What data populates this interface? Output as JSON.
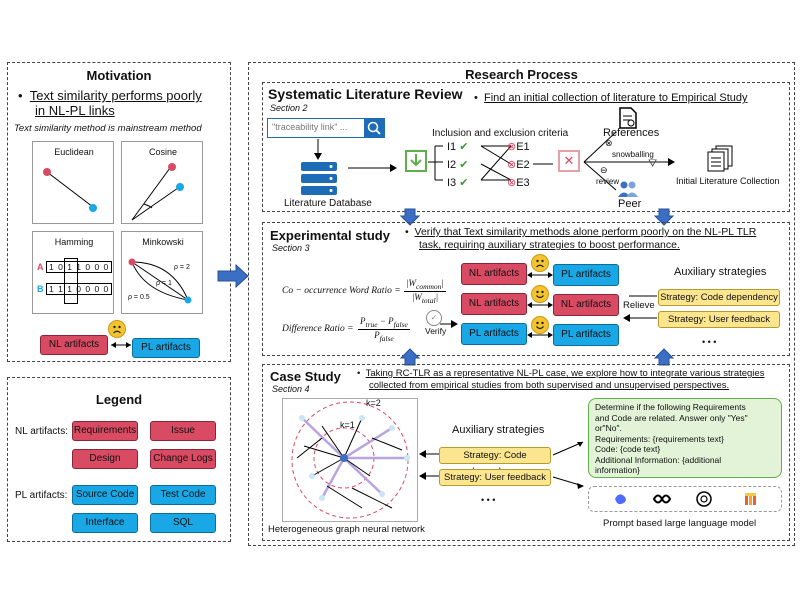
{
  "motivation": {
    "title": "Motivation",
    "bullet": "Text similarity performs poorly in NL-PL links",
    "bullet_line1": "Text similarity performs poorly",
    "bullet_line2": "in NL-PL links",
    "subtitle": "Text similarity method is mainstream method",
    "metrics": [
      "Euclidean",
      "Cosine",
      "Hamming",
      "Minkowski"
    ],
    "hamming_rows": {
      "a_label": "A",
      "a_bits": "1 0 1 1 0 0 0",
      "b_label": "B",
      "b_bits": "1 1 1 0 0 0 0"
    },
    "minkowski_labels": [
      "ρ = 2",
      "ρ = 1",
      "ρ = 0.5"
    ],
    "nl_box": "NL artifacts",
    "pl_box": "PL artifacts"
  },
  "legend": {
    "title": "Legend",
    "nl_label": "NL artifacts:",
    "nl_items": [
      "Requirements",
      "Issue",
      "Design",
      "Change Logs"
    ],
    "pl_label": "PL artifacts:",
    "pl_items": [
      "Source Code",
      "Test Code",
      "Interface",
      "SQL"
    ]
  },
  "research": {
    "title": "Research Process",
    "slr": {
      "title": "Systematic Literature Review",
      "section": "Section 2",
      "goal": "Find an initial collection of literature to Empirical Study",
      "search_placeholder": "\"traceability link\" ...",
      "db_label": "Literature Database",
      "criteria": "Inclusion and exclusion criteria",
      "inclusion": [
        "I1",
        "I2",
        "I3"
      ],
      "exclusion": [
        "E1",
        "E2",
        "E3"
      ],
      "references": "References",
      "snowballing": "snowballing",
      "review": "review",
      "peer": "Peer",
      "output": "Initial Literature Collection"
    },
    "exp": {
      "title": "Experimental study",
      "section": "Section 3",
      "goal_line1": "Verify that Text similarity methods alone perform poorly on the NL-PL TLR",
      "goal_line2": "task, requiring auxiliary strategies to boost performance.",
      "formula1_label": "Co − occurrence Word Ratio =",
      "formula1_num": "|W",
      "formula1_num_sub": "common",
      "formula1_den": "|W",
      "formula1_den_sub": "total",
      "formula2_label": "Difference Ratio =",
      "formula2_num": "P",
      "formula2_num_sub1": "true",
      "formula2_num_mid": " − P",
      "formula2_num_sub2": "false",
      "formula2_den": "P",
      "formula2_den_sub": "false",
      "verify": "Verify",
      "pairs": [
        {
          "left": "NL artifacts",
          "right": "PL artifacts"
        },
        {
          "left": "NL artifacts",
          "right": "NL artifacts"
        },
        {
          "left": "PL artifacts",
          "right": "PL artifacts"
        }
      ],
      "aux_title": "Auxiliary strategies",
      "relieve": "Relieve",
      "strategies": [
        "Strategy: Code dependency",
        "Strategy: User feedback"
      ],
      "ellipsis": "• • •"
    },
    "case": {
      "title": "Case Study",
      "section": "Section 4",
      "goal_line1": "Taking RC-TLR as a representative NL-PL case, we explore how to integrate various strategies",
      "goal_line2": "collected from empirical studies from both supervised and unsupervised perspectives.",
      "k2": "k=2",
      "k1": "k=1",
      "graph_caption": "Heterogeneous graph neural network",
      "aux_title": "Auxiliary strategies",
      "strategies": [
        "Strategy: Code dependency",
        "Strategy: User feedback"
      ],
      "ellipsis": "• • •",
      "prompt_lines": [
        "Determine if the following Requirements",
        "and Code are related. Answer only \"Yes\"",
        "or\"No\".",
        "Requirements: {requirements text}",
        "Code: {code text}",
        "Additional Information: {additional",
        "information}"
      ],
      "llm_caption": "Prompt based large language model"
    }
  },
  "colors": {
    "nl": "#d94a63",
    "pl": "#1aa7e5",
    "strategy": "#fbe58e",
    "arrow": "#3a6fc4",
    "prompt_bg": "#e3f3d8"
  },
  "icons": [
    "search-icon",
    "database-icon",
    "filter-icon",
    "document-icon",
    "snowball-icon",
    "peer-icon",
    "sad-face-icon",
    "happy-face-icon",
    "llm-logo-icons"
  ]
}
